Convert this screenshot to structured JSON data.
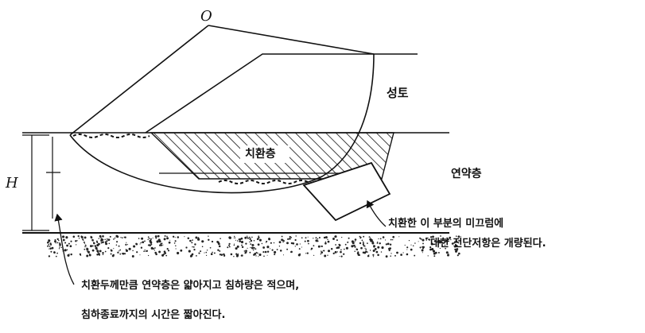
{
  "labels": {
    "center": "O",
    "height": "H",
    "embankment": "성토",
    "replacement_layer": "치환층",
    "soft_layer": "연약층",
    "note_right_line1": "치환한 이 부분의 미끄럼에",
    "note_right_line2": "대한 전단저항은 개량된다.",
    "note_bottom_line1": "치환두께만큼 연약층은 얇아지고 침하량은 적으며,",
    "note_bottom_line2": "침하종료까지의 시간은 짧아진다."
  },
  "colors": {
    "line": "#111111",
    "background": "#ffffff"
  }
}
